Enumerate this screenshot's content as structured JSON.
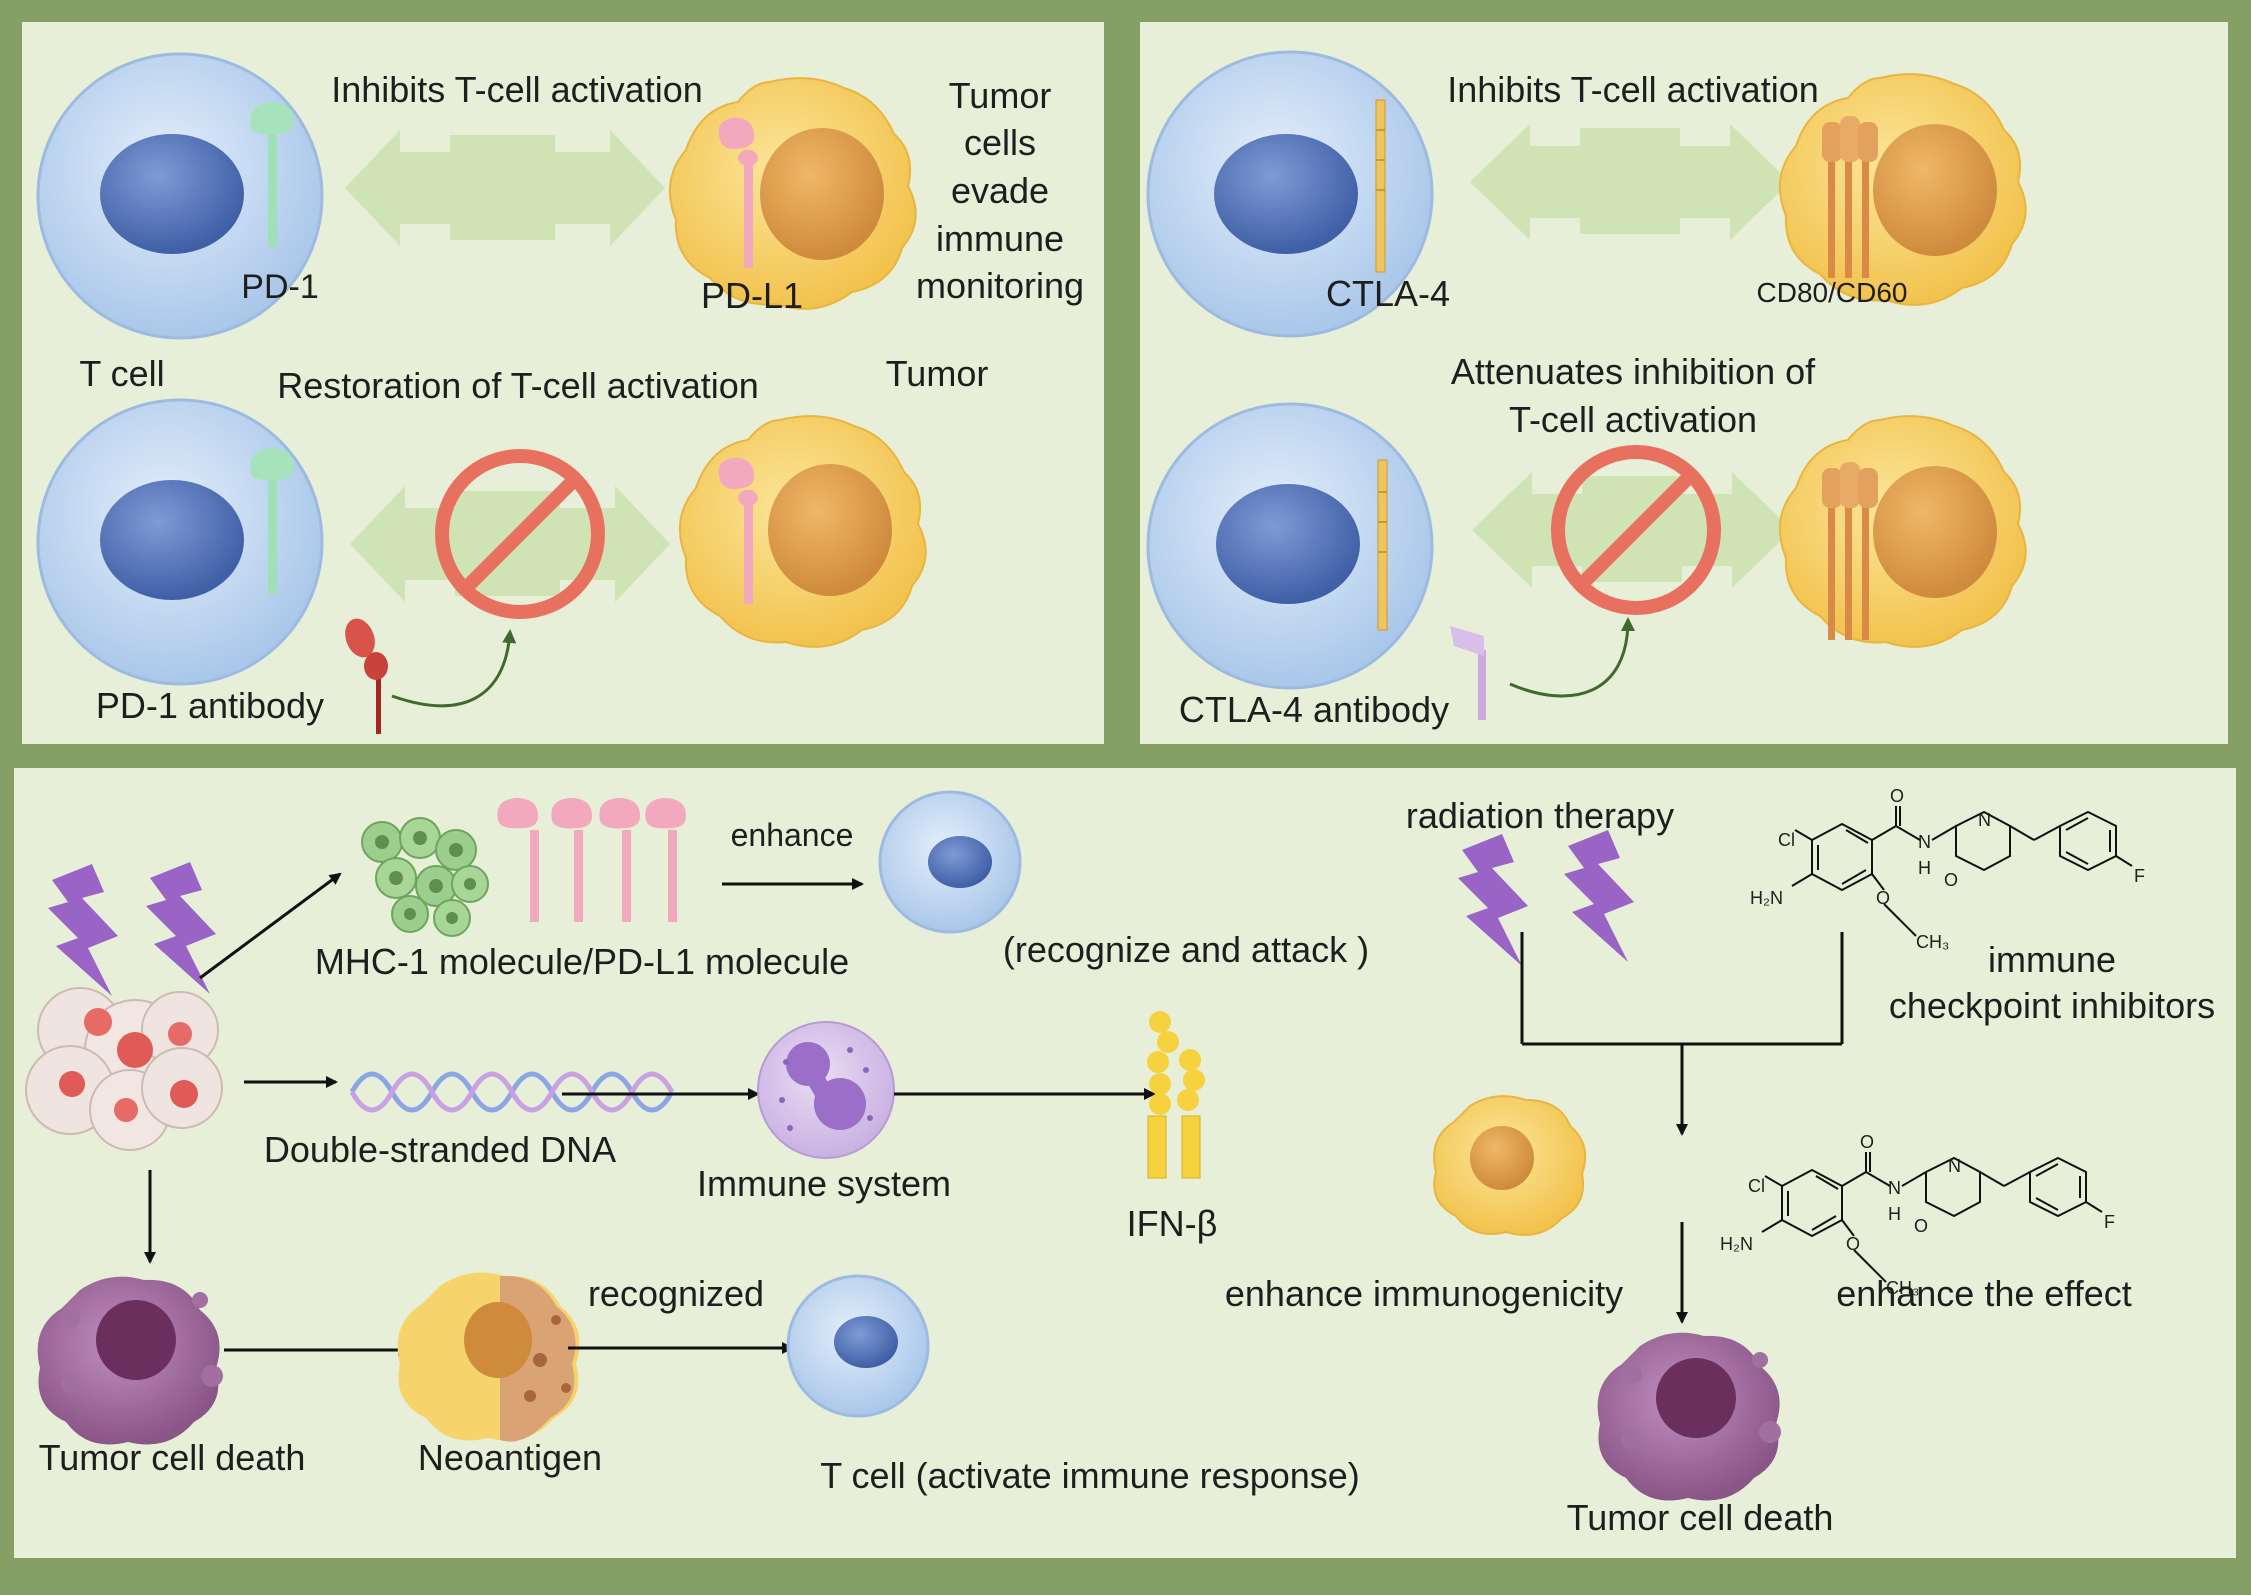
{
  "panel_pd1": {
    "arrow_top_label": "Inhibits T-cell activation",
    "receptor_label": "PD-1",
    "ligand_label": "PD-L1",
    "evade_lines": [
      "Tumor",
      "cells",
      "evade",
      "immune",
      "monitoring"
    ],
    "tcell_label": "T cell",
    "arrow_bottom_label": "Restoration of T-cell activation",
    "tumor_label": "Tumor",
    "antibody_label": "PD-1 antibody"
  },
  "panel_ctla4": {
    "arrow_top_label": "Inhibits T-cell activation",
    "receptor_label": "CTLA-4",
    "ligand_label": "CD80/CD60",
    "arrow_bottom_line1": "Attenuates inhibition of",
    "arrow_bottom_line2": "T-cell activation",
    "antibody_label": "CTLA-4 antibody"
  },
  "panel_bottom": {
    "enhance": "enhance",
    "mhc_label": "MHC-1 molecule/PD-L1 molecule",
    "recognize": "(recognize and attack )",
    "dna_label": "Double-stranded DNA",
    "immune_system": "Immune system",
    "ifn": "IFN-β",
    "tumor_death_left": "Tumor cell death",
    "neoantigen": "Neoantigen",
    "recognized": "recognized",
    "tcell_activate": "T cell (activate immune response)",
    "radiation": "radiation therapy",
    "ici_line1": "immune",
    "ici_line2": "checkpoint inhibitors",
    "enhance_immunogenicity": "enhance immunogenicity",
    "enhance_effect": "enhance the effect",
    "tumor_death_right": "Tumor cell death",
    "chem": {
      "cl": "Cl",
      "nh2": "H₂N",
      "o": "O",
      "n": "N",
      "h": "H",
      "f": "F",
      "ch3": "CH₃"
    }
  },
  "colors": {
    "panel_bg": "#e7efd8",
    "frame": "#869f64",
    "tcell": "#c6dcf2",
    "nucleus_blue": "#5f7fc2",
    "tumor_yellow": "#f6d36b",
    "tumor_nucleus": "#e0a24e",
    "arrow_green": "#cfe3b4",
    "ban_red": "#e8705e",
    "lightning": "#9a64c7",
    "dead_cell": "#9d6a9b"
  }
}
